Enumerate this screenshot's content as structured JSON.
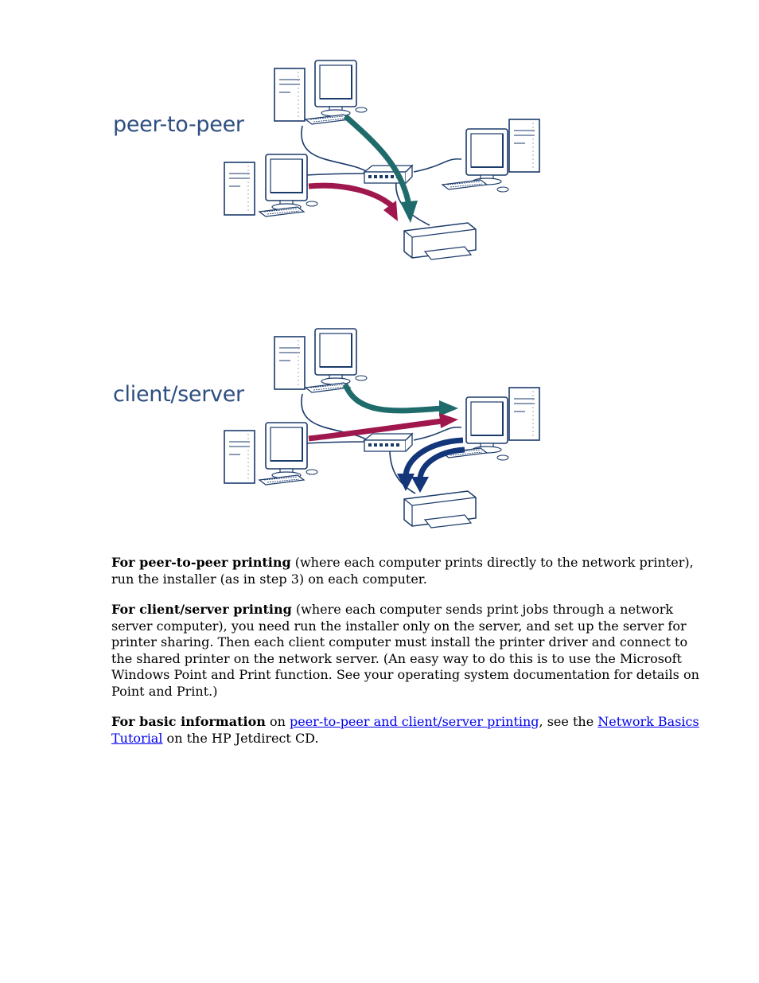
{
  "diagrams": {
    "peer_to_peer_label": "peer-to-peer",
    "client_server_label": "client/server"
  },
  "paragraphs": {
    "p1": {
      "bold": "For peer-to-peer printing",
      "text": " (where each computer prints directly to the network printer), run the installer (as in step 3) on each computer."
    },
    "p2": {
      "bold": "For client/server printing",
      "text": " (where each computer sends print jobs through a network server computer), you need run the installer only on the server, and set up the server for printer sharing. Then each client computer must install the printer driver and connect to the shared printer on the network server. (An easy way to do this is to use the Microsoft Windows Point and Print function. See your operating system documentation for details on Point and Print.)"
    },
    "p3": {
      "bold": "For basic information",
      "text_a": " on ",
      "link1": "peer-to-peer and client/server printing",
      "text_b": ", see the ",
      "link2": "Network Basics Tutorial",
      "text_c": " on the HP Jetdirect CD."
    }
  },
  "colors": {
    "teal_arrow": "#1f6b6b",
    "red_arrow": "#a0174d",
    "blue_arrow": "#13357a",
    "label": "#2d4e80",
    "outline": "#1a3a6a"
  }
}
